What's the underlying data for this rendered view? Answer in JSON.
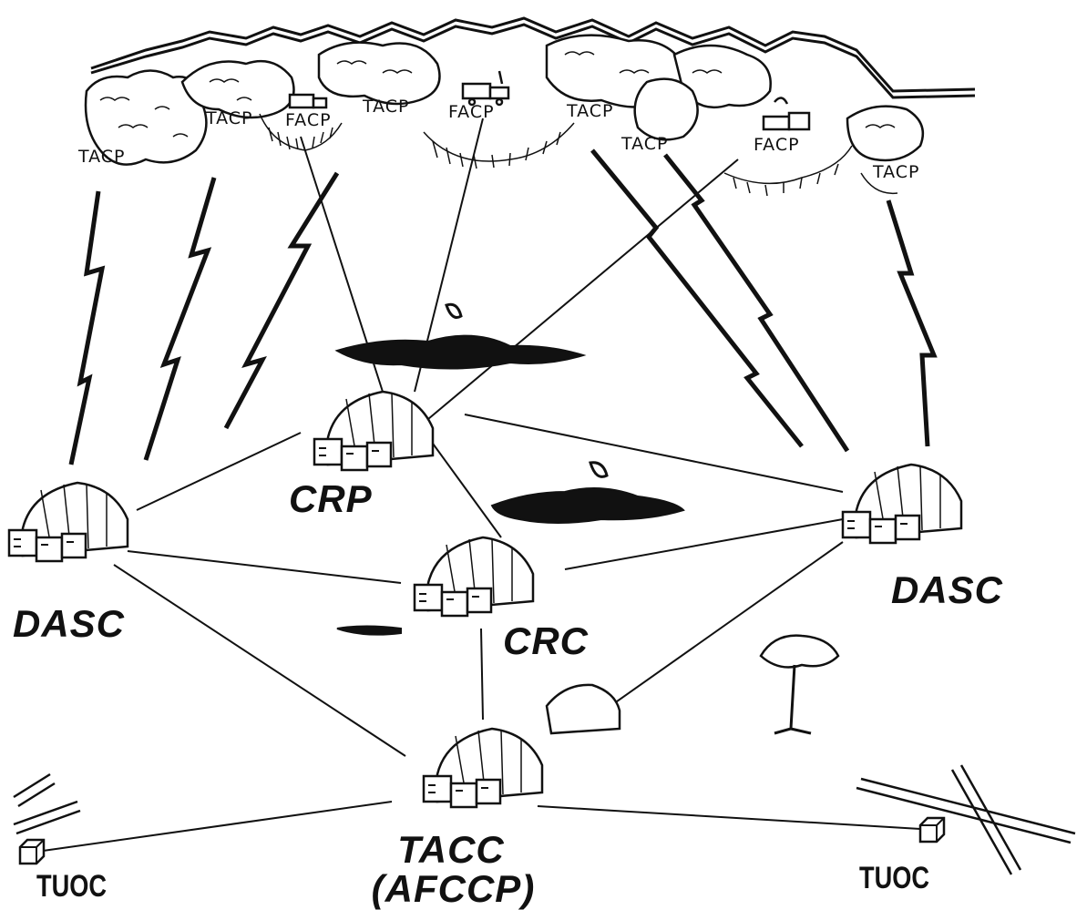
{
  "labels": {
    "tacp": "TACP",
    "facp": "FACP",
    "crp": "CRP",
    "crc": "CRC",
    "dasc": "DASC",
    "tacc_line1": "TACC",
    "tacc_line2": "(AFCCP)",
    "tuoc": "TUOC"
  },
  "colors": {
    "ink": "#111111",
    "paper": "#ffffff"
  }
}
